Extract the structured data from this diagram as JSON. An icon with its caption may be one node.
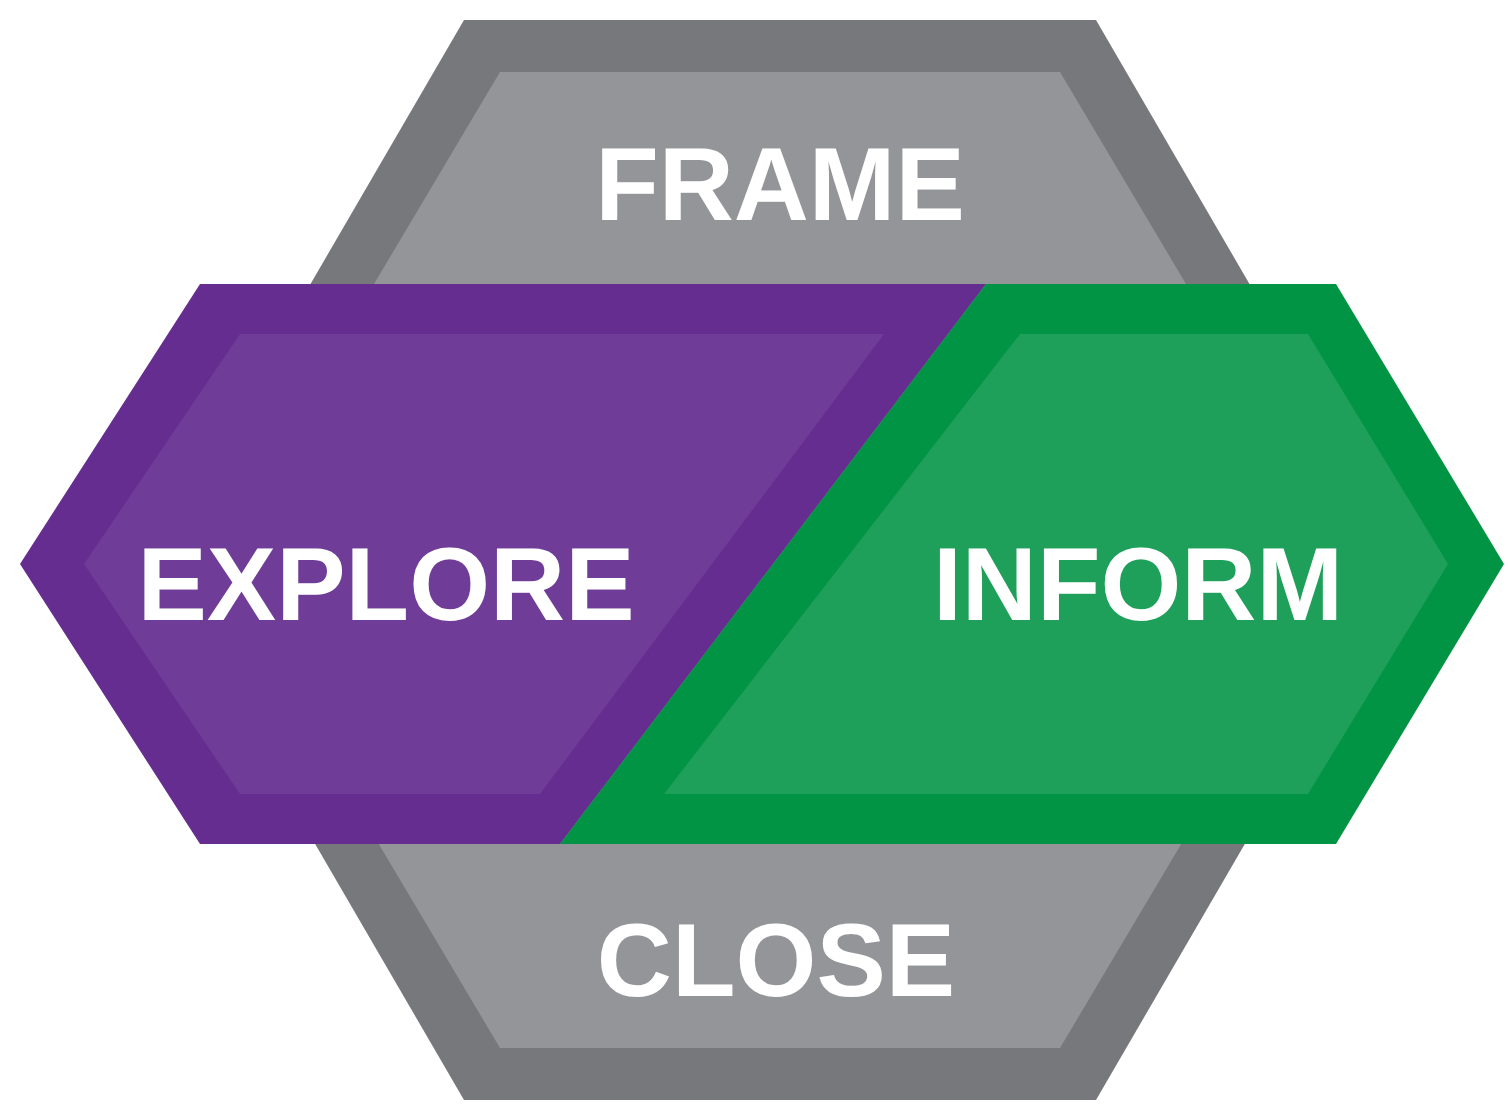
{
  "diagram": {
    "nodes": [
      {
        "text": [
          "FRAME",
          "CLOSE"
        ]
      },
      {
        "text": [
          "EXPLORE"
        ]
      },
      {
        "text": [
          "INFORM"
        ]
      }
    ]
  }
}
